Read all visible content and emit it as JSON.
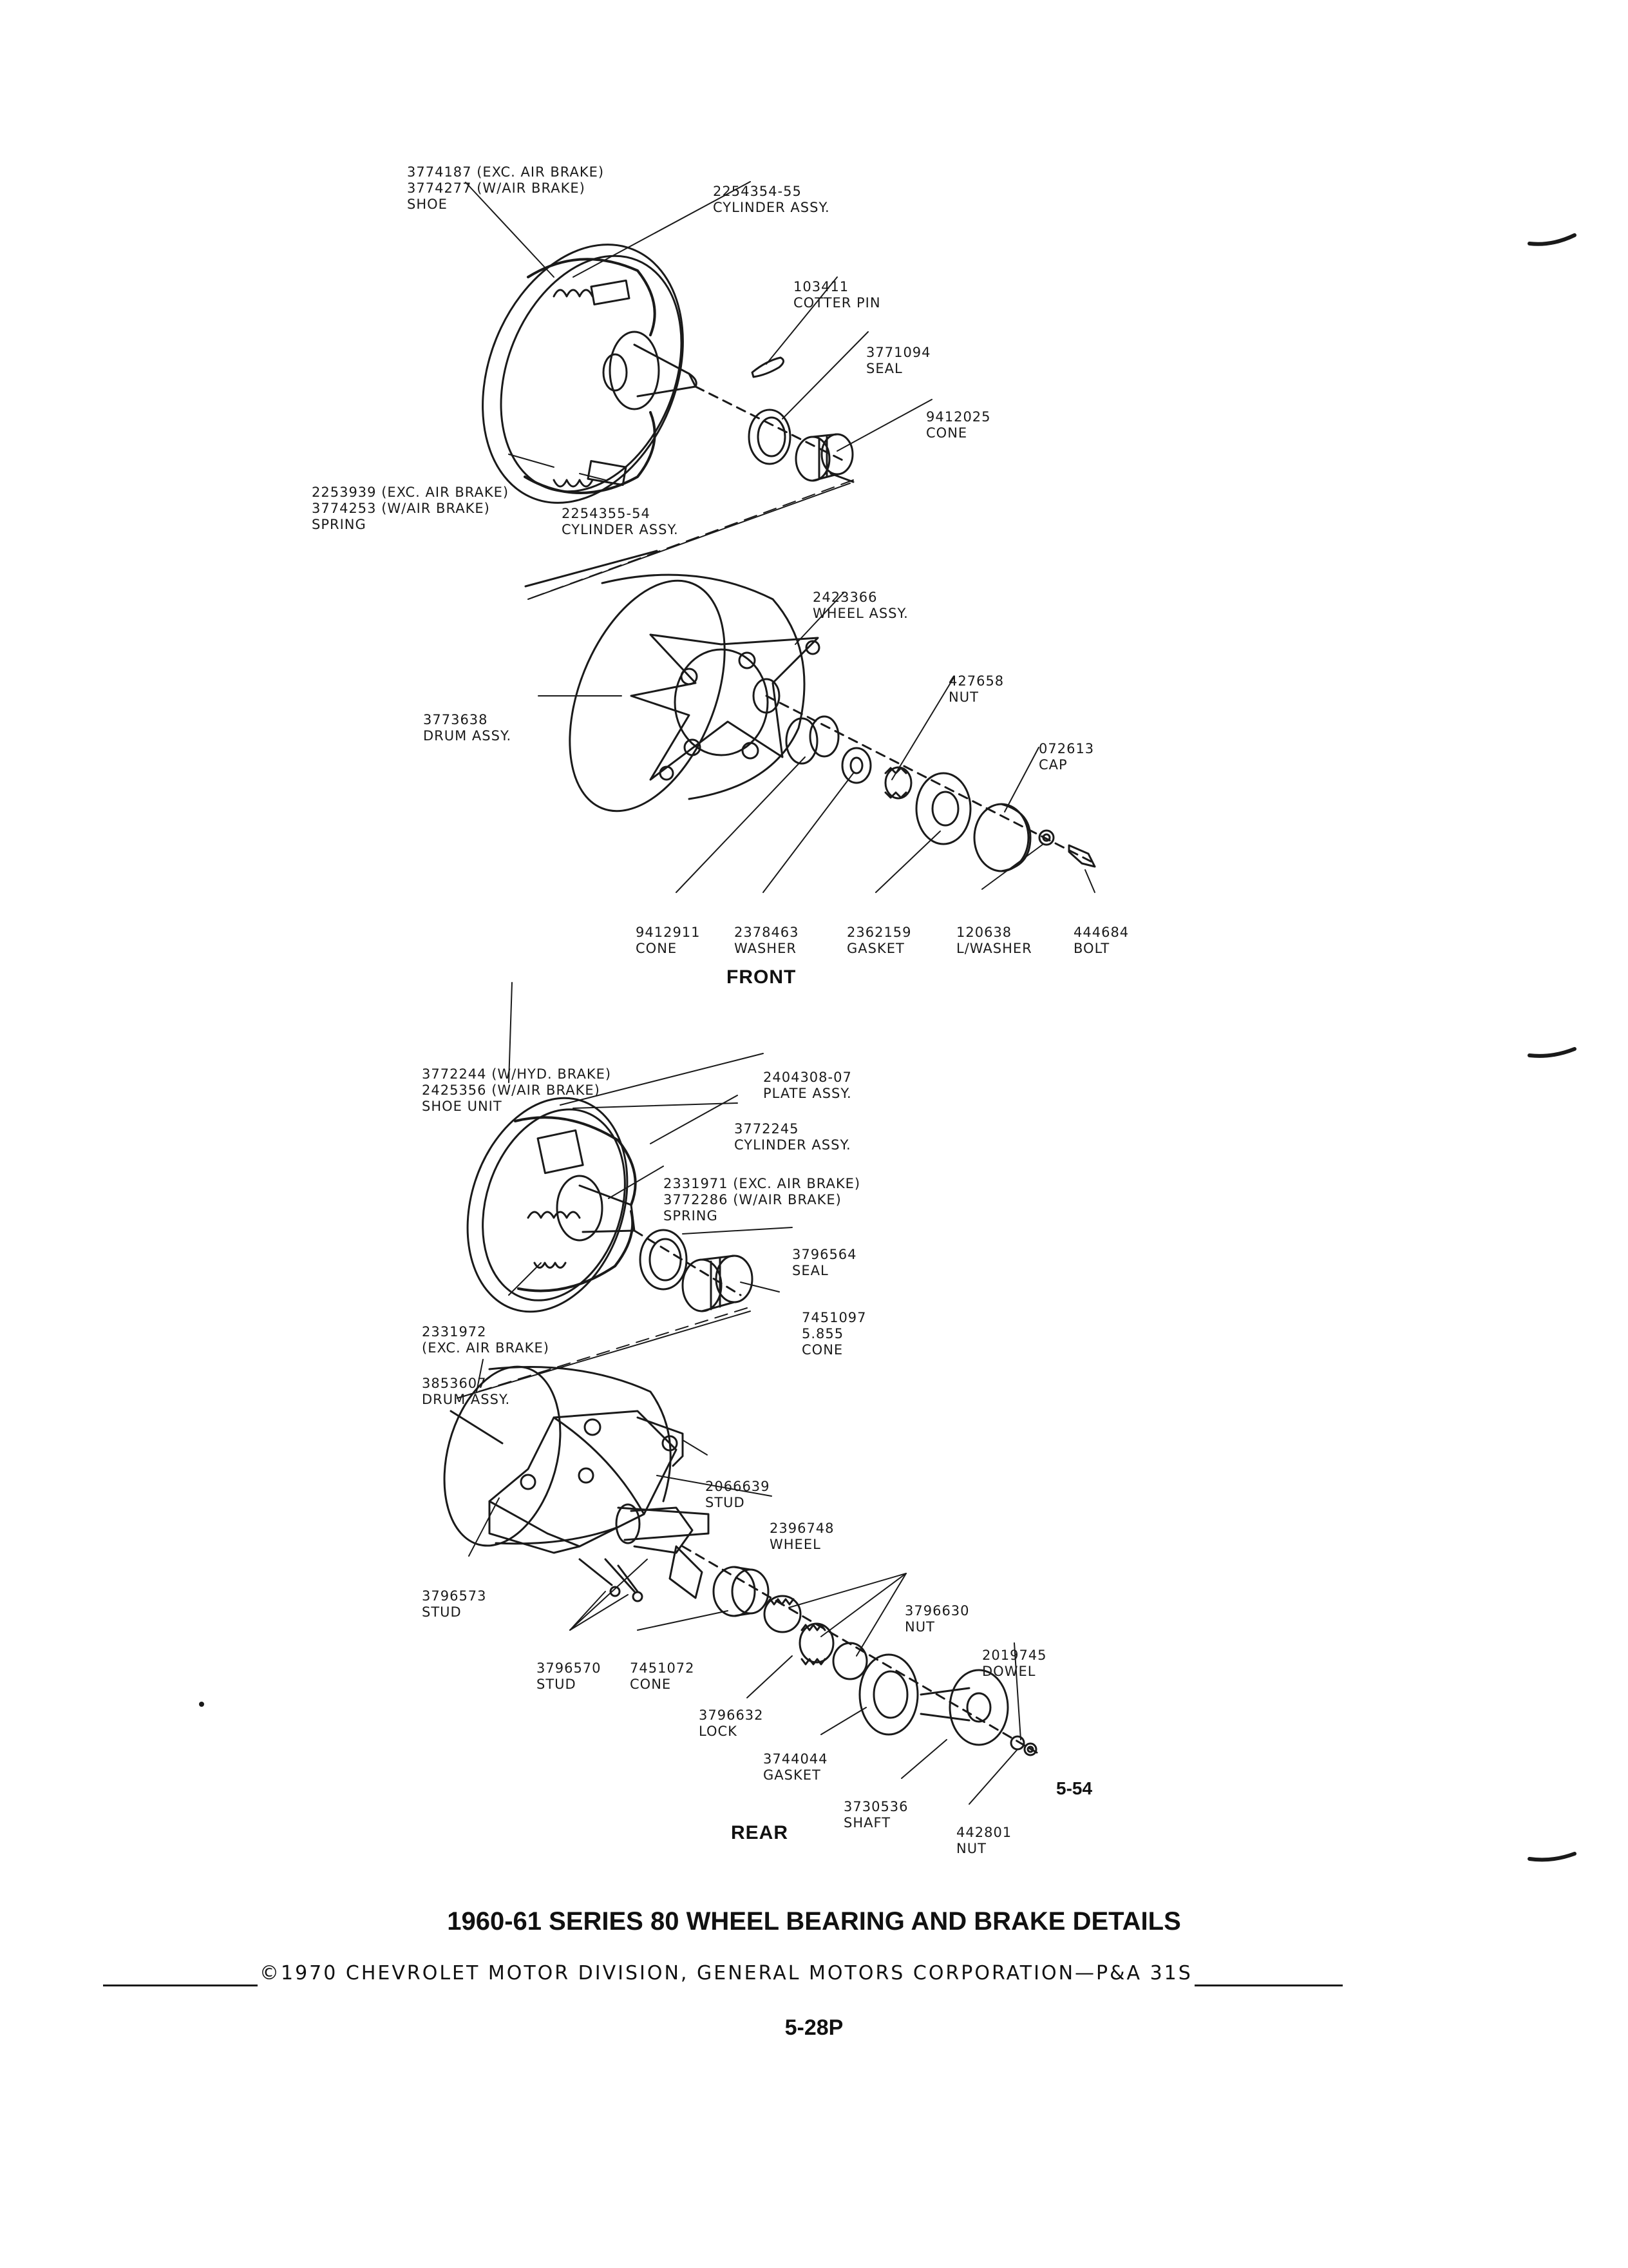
{
  "front_labels": [
    {
      "id": "shoe",
      "lines": [
        "3774187 (EXC. AIR BRAKE)",
        "3774277 (W/AIR BRAKE)",
        "SHOE"
      ]
    },
    {
      "id": "cylinder-top",
      "lines": [
        "2254354-55",
        "CYLINDER ASSY."
      ]
    },
    {
      "id": "cotter-pin",
      "lines": [
        "103411",
        "COTTER PIN"
      ]
    },
    {
      "id": "seal",
      "lines": [
        "3771094",
        "SEAL"
      ]
    },
    {
      "id": "cone-upper",
      "lines": [
        "9412025",
        "CONE"
      ]
    },
    {
      "id": "spring",
      "lines": [
        "2253939 (EXC. AIR BRAKE)",
        "3774253 (W/AIR BRAKE)",
        "SPRING"
      ]
    },
    {
      "id": "cylinder-bottom",
      "lines": [
        "2254355-54",
        "CYLINDER ASSY."
      ]
    },
    {
      "id": "wheel",
      "lines": [
        "2423366",
        "WHEEL ASSY."
      ]
    },
    {
      "id": "nut",
      "lines": [
        "427658",
        "NUT"
      ]
    },
    {
      "id": "cap",
      "lines": [
        "072613",
        "CAP"
      ]
    },
    {
      "id": "drum",
      "lines": [
        "3773638",
        "DRUM ASSY."
      ]
    },
    {
      "id": "cone-lower",
      "lines": [
        "9412911",
        "CONE"
      ]
    },
    {
      "id": "washer",
      "lines": [
        "2378463",
        "WASHER"
      ]
    },
    {
      "id": "gasket",
      "lines": [
        "2362159",
        "GASKET"
      ]
    },
    {
      "id": "lwasher",
      "lines": [
        "120638",
        "L/WASHER"
      ]
    },
    {
      "id": "bolt",
      "lines": [
        "444684",
        "BOLT"
      ]
    }
  ],
  "rear_labels": [
    {
      "id": "shoe-unit",
      "lines": [
        "3772244 (W/HYD. BRAKE)",
        "2425356 (W/AIR BRAKE)",
        "SHOE UNIT"
      ]
    },
    {
      "id": "plate",
      "lines": [
        "2404308-07",
        "PLATE ASSY."
      ]
    },
    {
      "id": "cylinder",
      "lines": [
        "3772245",
        "CYLINDER ASSY."
      ]
    },
    {
      "id": "spring",
      "lines": [
        "2331971 (EXC. AIR BRAKE)",
        "3772286 (W/AIR BRAKE)",
        "SPRING"
      ]
    },
    {
      "id": "seal",
      "lines": [
        "3796564",
        "SEAL"
      ]
    },
    {
      "id": "cone-upper",
      "lines": [
        "7451097",
        "5.855",
        "CONE"
      ]
    },
    {
      "id": "spring-2",
      "lines": [
        "2331972",
        "(EXC. AIR BRAKE)"
      ]
    },
    {
      "id": "drum",
      "lines": [
        "3853607",
        "DRUM ASSY."
      ]
    },
    {
      "id": "stud-top",
      "lines": [
        "2066639",
        "STUD"
      ]
    },
    {
      "id": "wheel",
      "lines": [
        "2396748",
        "WHEEL"
      ]
    },
    {
      "id": "stud-left",
      "lines": [
        "3796573",
        "STUD"
      ]
    },
    {
      "id": "nut",
      "lines": [
        "3796630",
        "NUT"
      ]
    },
    {
      "id": "dowel",
      "lines": [
        "2019745",
        "DOWEL"
      ]
    },
    {
      "id": "stud-bottom",
      "lines": [
        "3796570",
        "STUD"
      ]
    },
    {
      "id": "cone-lower",
      "lines": [
        "7451072",
        "CONE"
      ]
    },
    {
      "id": "lock",
      "lines": [
        "3796632",
        "LOCK"
      ]
    },
    {
      "id": "gasket",
      "lines": [
        "3744044",
        "GASKET"
      ]
    },
    {
      "id": "shaft",
      "lines": [
        "3730536",
        "SHAFT"
      ]
    },
    {
      "id": "nut-2",
      "lines": [
        "442801",
        "NUT"
      ]
    }
  ],
  "captions": {
    "front": "FRONT",
    "rear": "REAR",
    "figure_ref": "5-54",
    "title": "1960-61 SERIES 80 WHEEL BEARING AND BRAKE DETAILS",
    "copyright": "©1970 CHEVROLET MOTOR DIVISION, GENERAL MOTORS CORPORATION—P&A 31S",
    "page_number": "5-28P"
  }
}
